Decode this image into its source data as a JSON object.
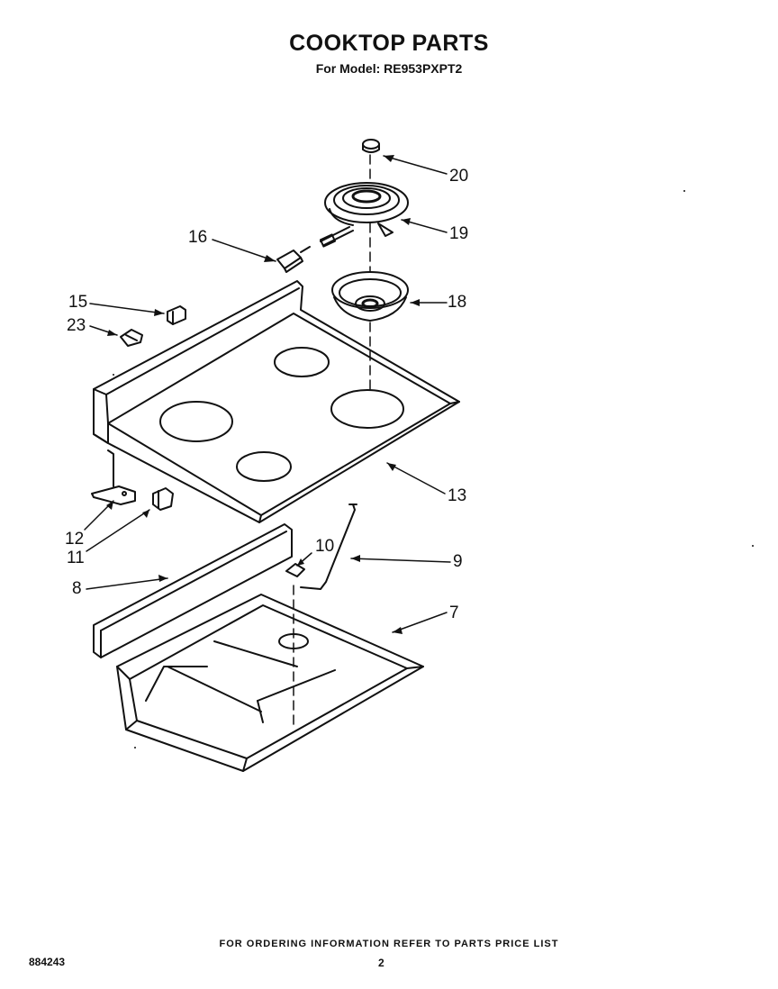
{
  "header": {
    "title": "COOKTOP PARTS",
    "subtitle": "For Model: RE953PXPT2"
  },
  "callouts": {
    "c20": "20",
    "c19": "19",
    "c16": "16",
    "c18": "18",
    "c15": "15",
    "c23": "23",
    "c13": "13",
    "c12": "12",
    "c11": "11",
    "c10": "10",
    "c9": "9",
    "c8": "8",
    "c7": "7"
  },
  "footer": {
    "note": "FOR ORDERING INFORMATION REFER TO PARTS PRICE LIST",
    "doc_number": "884243",
    "page_number": "2"
  }
}
